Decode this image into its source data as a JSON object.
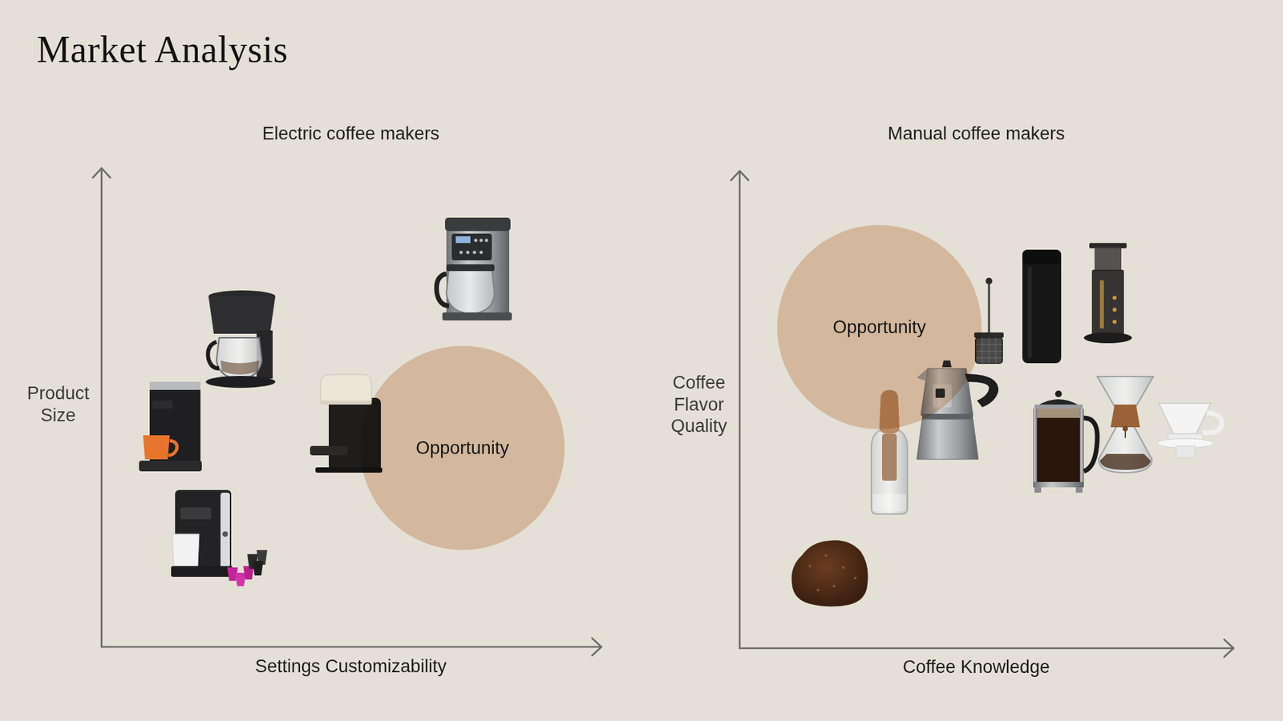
{
  "diagram": {
    "title": "Market Analysis",
    "nodes": [
      {
        "text": [
          "Opportunity"
        ]
      },
      {
        "text": [
          "Opportunity"
        ]
      }
    ],
    "labels": [
      "Electric coffee makers",
      "Product Size",
      "Settings Customizability",
      "Manual coffee makers",
      "Coffee Flavor Quality",
      "Coffee Knowledge"
    ]
  }
}
